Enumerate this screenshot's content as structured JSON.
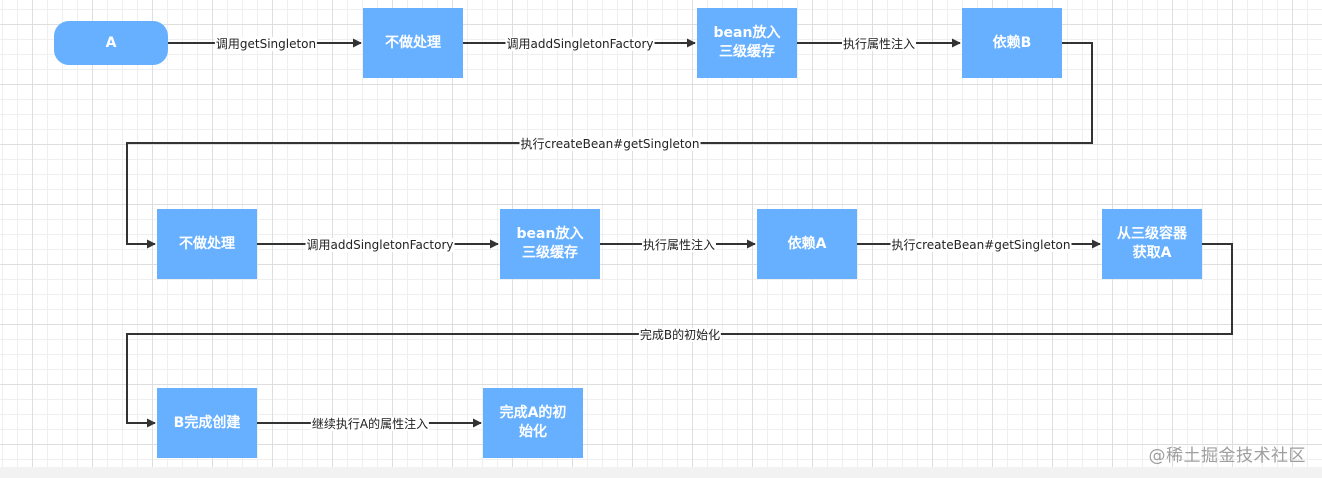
{
  "diagram": {
    "nodes": [
      {
        "id": "a",
        "label": "A",
        "shape": "rounded"
      },
      {
        "id": "no-op-1",
        "label": "不做处理",
        "shape": "rect"
      },
      {
        "id": "cache-1",
        "label": "bean放入\n三级缓存",
        "shape": "rect"
      },
      {
        "id": "depend-b",
        "label": "依赖B",
        "shape": "rect"
      },
      {
        "id": "no-op-2",
        "label": "不做处理",
        "shape": "rect"
      },
      {
        "id": "cache-2",
        "label": "bean放入\n三级缓存",
        "shape": "rect"
      },
      {
        "id": "depend-a",
        "label": "依赖A",
        "shape": "rect"
      },
      {
        "id": "get-from-cache",
        "label": "从三级容器\n获取A",
        "shape": "rect"
      },
      {
        "id": "b-created",
        "label": "B完成创建",
        "shape": "rect"
      },
      {
        "id": "a-initialized",
        "label": "完成A的初\n始化",
        "shape": "rect"
      }
    ],
    "edges": [
      {
        "from": "a",
        "to": "no-op-1",
        "label": "调用getSingleton"
      },
      {
        "from": "no-op-1",
        "to": "cache-1",
        "label": "调用addSingletonFactory"
      },
      {
        "from": "cache-1",
        "to": "depend-b",
        "label": "执行属性注入"
      },
      {
        "from": "depend-b",
        "to": "no-op-2",
        "label": "执行createBean#getSingleton"
      },
      {
        "from": "no-op-2",
        "to": "cache-2",
        "label": "调用addSingletonFactory"
      },
      {
        "from": "cache-2",
        "to": "depend-a",
        "label": "执行属性注入"
      },
      {
        "from": "depend-a",
        "to": "get-from-cache",
        "label": "执行createBean#getSingleton"
      },
      {
        "from": "get-from-cache",
        "to": "b-created",
        "label": "完成B的初始化"
      },
      {
        "from": "b-created",
        "to": "a-initialized",
        "label": "继续执行A的属性注入"
      }
    ],
    "colors": {
      "node_fill": "#66b0ff",
      "node_text": "#ffffff",
      "edge": "#333333",
      "label_text": "#222222"
    }
  },
  "watermark": "@稀土掘金技术社区"
}
